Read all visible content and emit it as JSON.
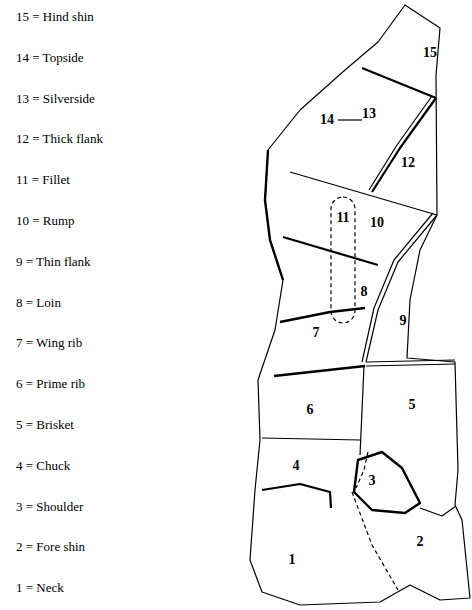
{
  "diagram": {
    "labels": [
      "15 = Hind shin",
      "14 = Topside",
      "13 = Silverside",
      "12 = Thick flank",
      "11 = Fillet",
      "10 = Rump",
      "9 = Thin flank",
      "8 = Loin",
      "7 = Wing rib",
      "6 = Prime rib",
      "5 = Brisket",
      "4 = Chuck",
      "3 = Shoulder",
      "2 = Fore shin",
      "1 = Neck",
      "15",
      "14",
      "13",
      "12",
      "11",
      "10",
      "9",
      "8",
      "7",
      "6",
      "5",
      "4",
      "3",
      "2",
      "1"
    ]
  }
}
